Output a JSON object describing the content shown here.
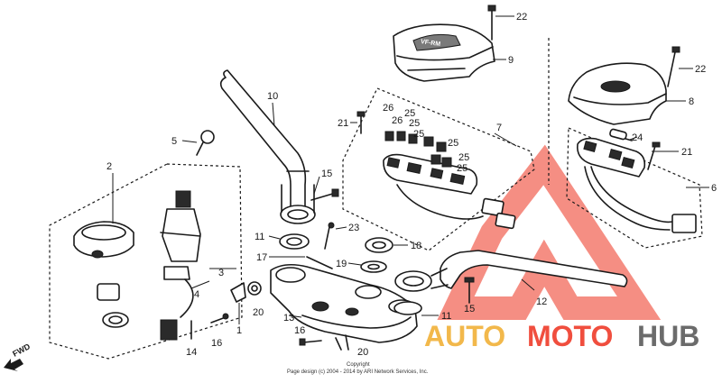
{
  "diagram": {
    "callouts": [
      {
        "id": "c22a",
        "label": "22"
      },
      {
        "id": "c9",
        "label": "9"
      },
      {
        "id": "c22b",
        "label": "22"
      },
      {
        "id": "c8",
        "label": "8"
      },
      {
        "id": "c10",
        "label": "10"
      },
      {
        "id": "c7",
        "label": "7"
      },
      {
        "id": "c21a",
        "label": "21"
      },
      {
        "id": "c26a",
        "label": "26"
      },
      {
        "id": "c26b",
        "label": "26"
      },
      {
        "id": "c25a",
        "label": "25"
      },
      {
        "id": "c25b",
        "label": "25"
      },
      {
        "id": "c25c",
        "label": "25"
      },
      {
        "id": "c25d",
        "label": "25"
      },
      {
        "id": "c25e",
        "label": "25"
      },
      {
        "id": "c25f",
        "label": "25"
      },
      {
        "id": "c24",
        "label": "24"
      },
      {
        "id": "c21b",
        "label": "21"
      },
      {
        "id": "c6",
        "label": "6"
      },
      {
        "id": "c5",
        "label": "5"
      },
      {
        "id": "c2",
        "label": "2"
      },
      {
        "id": "c15a",
        "label": "15"
      },
      {
        "id": "c23",
        "label": "23"
      },
      {
        "id": "c11a",
        "label": "11"
      },
      {
        "id": "c18",
        "label": "18"
      },
      {
        "id": "c17",
        "label": "17"
      },
      {
        "id": "c19",
        "label": "19"
      },
      {
        "id": "c12",
        "label": "12"
      },
      {
        "id": "c15b",
        "label": "15"
      },
      {
        "id": "c11b",
        "label": "11"
      },
      {
        "id": "c3",
        "label": "3"
      },
      {
        "id": "c4",
        "label": "4"
      },
      {
        "id": "c20a",
        "label": "20"
      },
      {
        "id": "c13",
        "label": "13"
      },
      {
        "id": "c16a",
        "label": "16"
      },
      {
        "id": "c1",
        "label": "1"
      },
      {
        "id": "c14",
        "label": "14"
      },
      {
        "id": "c16b",
        "label": "16"
      },
      {
        "id": "c20b",
        "label": "20"
      }
    ],
    "fwd_label": "FWD",
    "copyright_line1": "Copyright",
    "copyright_line2": "Page design (c) 2004 - 2014 by ARI Network Services, Inc.",
    "cover_logo_text": "VF-RM"
  },
  "watermark": {
    "brand_part1": "AUTO",
    "brand_part2": "MOTO",
    "brand_part3": "HUB",
    "color_part1": "#f2b84b",
    "color_part2": "#f04e3e",
    "color_part3": "#6b6b6b",
    "triangle_color": "#f04e3e"
  }
}
